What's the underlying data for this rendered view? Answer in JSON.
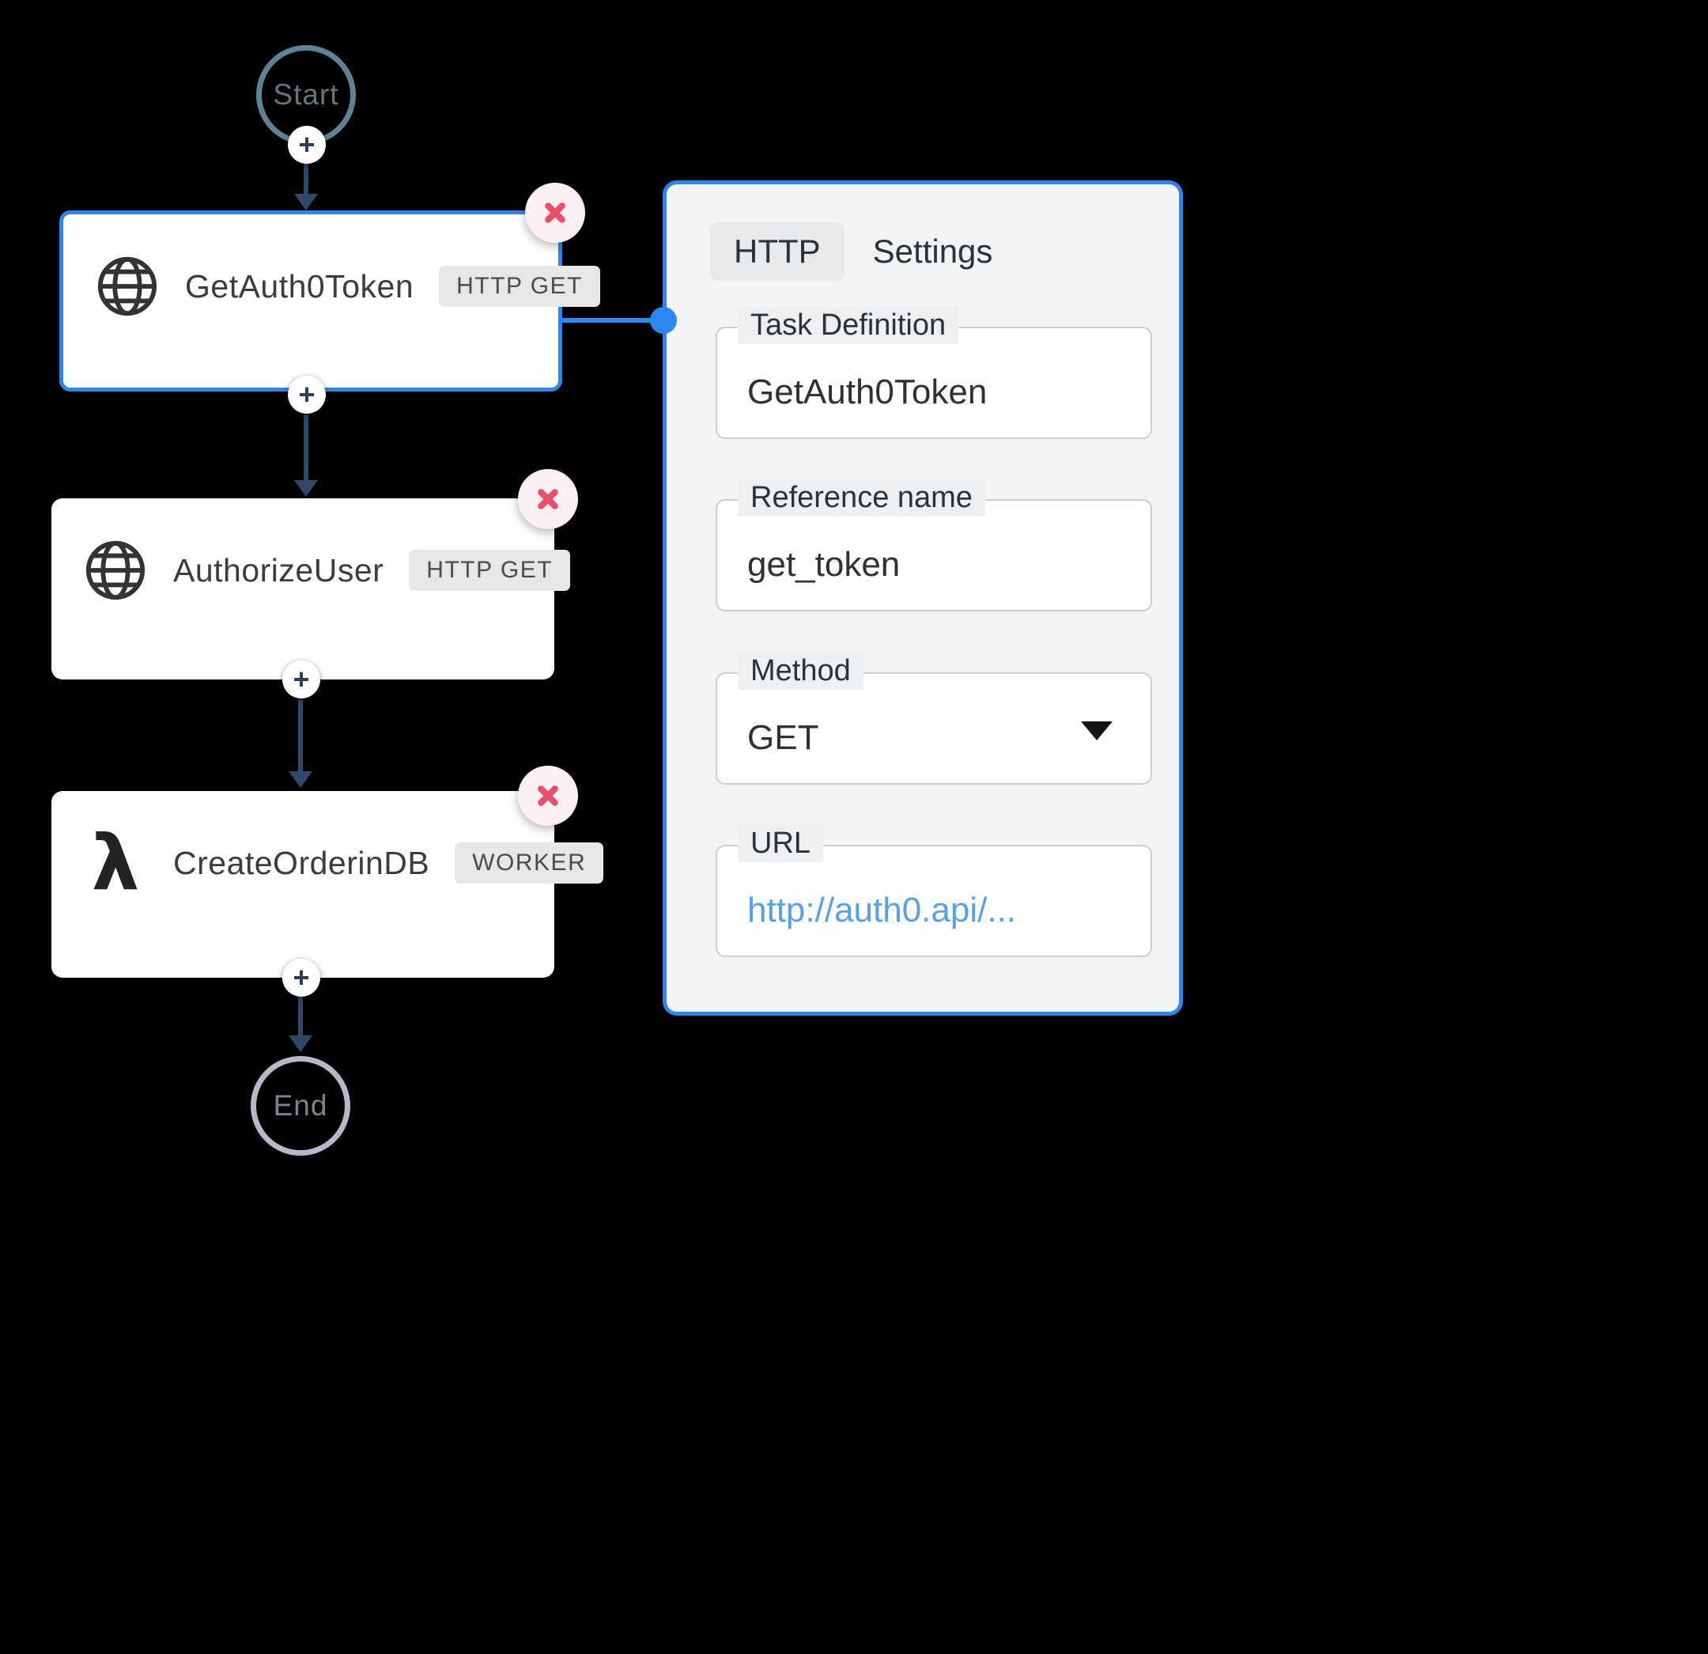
{
  "workflow": {
    "start": {
      "label": "Start"
    },
    "end": {
      "label": "End"
    },
    "nodes": [
      {
        "title": "GetAuth0Token",
        "badge": "HTTP GET",
        "icon": "globe",
        "selected": true
      },
      {
        "title": "AuthorizeUser",
        "badge": "HTTP GET",
        "icon": "globe",
        "selected": false
      },
      {
        "title": "CreateOrderinDB",
        "badge": "WORKER",
        "icon": "lambda",
        "selected": false
      }
    ]
  },
  "panel": {
    "tabs": [
      {
        "label": "HTTP",
        "active": true
      },
      {
        "label": "Settings",
        "active": false
      }
    ],
    "fields": [
      {
        "label": "Task Definition",
        "value": "GetAuth0Token"
      },
      {
        "label": "Reference name",
        "value": "get_token"
      },
      {
        "label": "Method",
        "value": "GET"
      },
      {
        "label": "URL",
        "value": "http://auth0.api/..."
      }
    ]
  },
  "icons": {
    "plus": "+",
    "lambda": "λ"
  },
  "colors": {
    "accent_blue": "#2e86f0",
    "delete_red": "#e8506a",
    "arrow_navy": "#30486a",
    "link_blue": "#57a1e9",
    "start_ring": "#5d8394",
    "end_ring": "#b6bac8"
  }
}
